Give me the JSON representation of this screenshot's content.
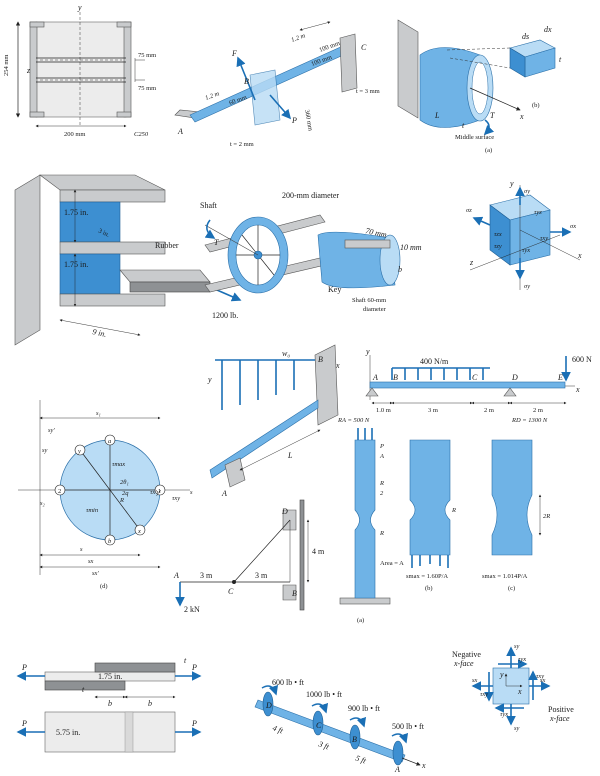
{
  "fig_wood_channel": {
    "axis_y": "y",
    "axis_z": "z",
    "dim_height": "254 mm",
    "dim_width": "200 mm",
    "dim_spacing_1": "75 mm",
    "dim_spacing_2": "75 mm",
    "channel_label": "C250"
  },
  "fig_bar_torsion": {
    "label_F1": "F",
    "label_F2": "F",
    "label_P": "P",
    "label_A": "A",
    "label_B": "B",
    "label_C": "C",
    "dim_12m_top": "1.2 m",
    "dim_12m_left": "1.2 m",
    "dim_100a": "100 mm",
    "dim_100b": "100 mm",
    "dim_60": "60 mm",
    "dim_360": "360 mm",
    "t_top": "t = 3 mm",
    "t_bottom": "t = 2 mm"
  },
  "fig_thin_tube": {
    "label_L": "L",
    "label_t": "t",
    "label_T": "T",
    "label_x": "x",
    "label_ds": "ds",
    "label_dx": "dx",
    "label_t2": "t",
    "caption_middle": "Middle surface",
    "caption_a": "(a)",
    "caption_b": "(b)"
  },
  "fig_rubber_mount": {
    "dim_top": "1.75 in.",
    "dim_bottom": "1.75 in.",
    "dim_3in": "3 in.",
    "dim_9in": "9 in.",
    "label_rubber": "Rubber",
    "load": "1200 lb."
  },
  "fig_pulley": {
    "label_shaft": "Shaft",
    "label_T": "T",
    "label_diam": "200-mm diameter",
    "label_key": "Key",
    "label_70": "70 mm",
    "label_10": "10 mm",
    "label_b": "b",
    "label_shaft60": "Shaft 60-mm",
    "label_diameter": "diameter"
  },
  "fig_stress_element": {
    "y": "y",
    "x": "x",
    "z": "z",
    "sy": "σy",
    "sx": "σx",
    "sz": "σz",
    "txy": "τxy",
    "tyx": "τyx",
    "tzx": "τzx",
    "txz": "τxz",
    "tyz": "τyz",
    "tzy": "τzy"
  },
  "fig_cantilever_dist": {
    "w0": "w₀",
    "L": "L",
    "A": "A",
    "B": "B",
    "x": "x",
    "y": "y"
  },
  "fig_beam_loads": {
    "w": "400 N/m",
    "P_E": "600 N",
    "A": "A",
    "B": "B",
    "C": "C",
    "D": "D",
    "E": "E",
    "x": "x",
    "y": "y",
    "d1": "1.0 m",
    "d2": "3 m",
    "d3": "2 m",
    "d4": "2 m",
    "RA": "RA = 500 N",
    "RD": "RD = 1300 N"
  },
  "fig_mohr": {
    "s1": "s₁",
    "sy1": "sy'",
    "sy": "sy",
    "s2": "s₂",
    "tmax": "τmax",
    "tmin": "τmin",
    "R": "R",
    "two_t1": "2θ₁",
    "two_q": "2q",
    "txy1": "τx'y'",
    "txy": "τxy",
    "s": "s",
    "sx": "sx",
    "sx1": "sx'",
    "s_axis": "s",
    "n1": "1",
    "n2": "2",
    "a": "a",
    "b": "b",
    "x": "x",
    "x1": "x'",
    "y": "y",
    "y1": "y'",
    "caption": "(d)"
  },
  "fig_truss": {
    "A": "A",
    "B": "B",
    "C": "C",
    "D": "D",
    "d1": "3 m",
    "d2": "3 m",
    "d4": "4 m",
    "load": "2 kN"
  },
  "fig_notched_bar": {
    "P_A": "P",
    "P_A_den": "A",
    "R2": "R",
    "R2_den": "2",
    "R": "R",
    "area": "Area = A",
    "smax1": "smax = 1.60P/A",
    "smax2": "smax = 1.014P/A",
    "R_b": "R",
    "twoR": "2R",
    "cap_a": "(a)",
    "cap_b": "(b)",
    "cap_c": "(c)"
  },
  "fig_lap_joint": {
    "P1": "P",
    "P2": "P",
    "P3": "P",
    "P4": "P",
    "dim_175": "1.75 in.",
    "t1": "t",
    "t2": "t",
    "b1": "b",
    "b2": "b",
    "dim_575": "5.75 in."
  },
  "fig_shaft_torques": {
    "T1": "600 lb • ft",
    "T2": "1000 lb • ft",
    "T3": "900 lb • ft",
    "T4": "500 lb • ft",
    "d1": "4 ft",
    "d2": "3 ft",
    "d3": "5 ft",
    "A": "A",
    "B": "B",
    "C": "C",
    "D": "D",
    "x": "x"
  },
  "fig_plane_stress": {
    "neg": "Negative",
    "negx": "x-face",
    "pos": "Positive",
    "posx": "x-face",
    "sy_t": "sy",
    "sy_b": "sy",
    "sx_l": "sx",
    "sx_r": "sx",
    "tyx": "τyx",
    "txy": "τxy",
    "txy2": "τxy",
    "tyx2": "τyx",
    "y": "y",
    "x": "x"
  }
}
